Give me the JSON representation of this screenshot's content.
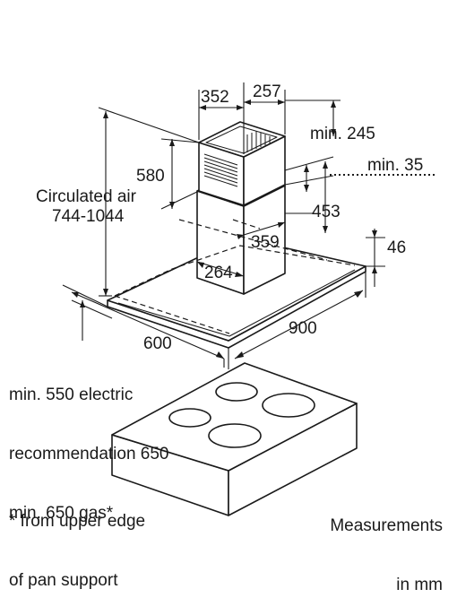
{
  "dimensions": {
    "chimney_width": "352",
    "chimney_depth": "257",
    "chimney_height": "580",
    "min_top": "min. 245",
    "min_gap": "min. 35",
    "duct_drop": "453",
    "duct_width": "359",
    "duct_depth": "264",
    "hood_thickness": "46",
    "hood_depth": "600",
    "hood_width": "900"
  },
  "labels": {
    "circulated_air_title": "Circulated air",
    "circulated_air_range": "744-1044",
    "clearance_electric": "min. 550 electric",
    "clearance_recommendation": "recommendation 650",
    "clearance_gas": "min. 650 gas*",
    "footnote_line1": "* from upper edge",
    "footnote_line2": "of pan support",
    "units_line1": "Measurements",
    "units_line2": "in mm"
  }
}
